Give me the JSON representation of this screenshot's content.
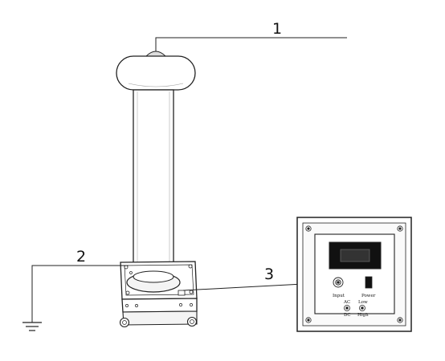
{
  "callouts": {
    "c1": "1",
    "c2": "2",
    "c3": "3"
  },
  "panel": {
    "input_label": "Input",
    "power_label": "Power",
    "ac_label": "AC",
    "dc_label": "DC",
    "low_label": "Low",
    "high_label": "High"
  },
  "colors": {
    "line": "#222222",
    "fill": "#ffffff",
    "screen": "#111111",
    "shade": "#e6e6e6"
  }
}
